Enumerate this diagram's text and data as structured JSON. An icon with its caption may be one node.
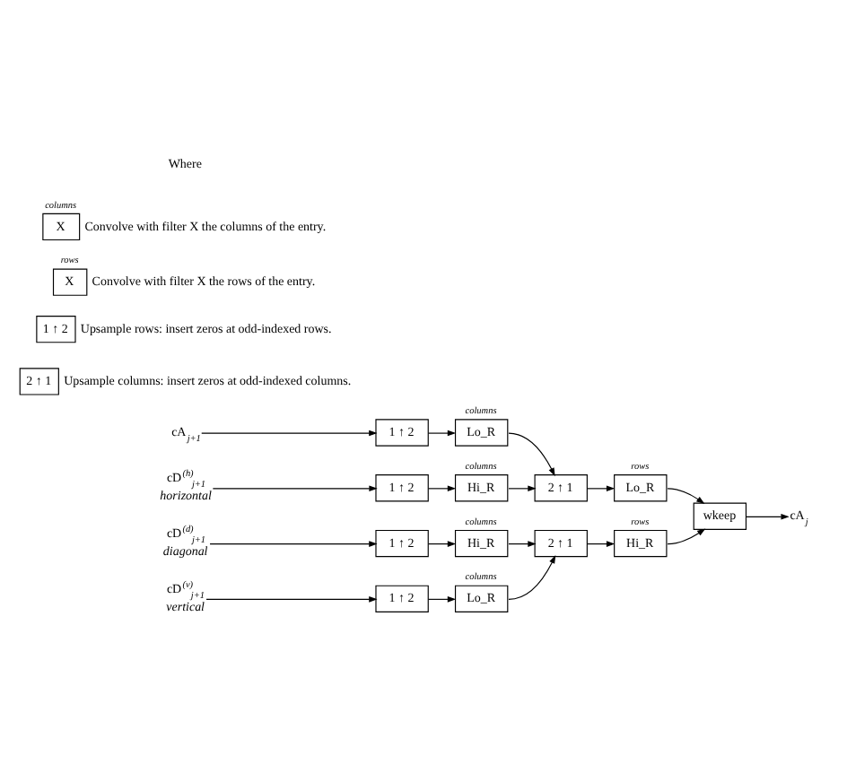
{
  "diagram": {
    "nodes": [
      {
        "text": [
          "cA$_{j+1}$"
        ]
      },
      {
        "text": [
          "cD$^{(h)}$$_{j+1}$",
          "horizontal"
        ]
      },
      {
        "text": [
          "cD$^{(v)}$$_{j+1}$",
          "vertical"
        ]
      },
      {
        "text": [
          "cD$^{(d)}$$_{j+1}$",
          "diagonal"
        ]
      },
      {
        "text": [
          "1 ↑ 2"
        ]
      },
      {
        "text": [
          "1 ↑ 2"
        ]
      },
      {
        "text": [
          "1 ↑ 2"
        ]
      },
      {
        "text": [
          "1 ↑ 2"
        ]
      },
      {
        "text": [
          "Lo_R"
        ],
        "beside": [
          "columns"
        ]
      },
      {
        "text": [
          "Hi_R"
        ],
        "beside": [
          "columns"
        ]
      },
      {
        "text": [
          "Lo_R"
        ],
        "beside": [
          "columns"
        ]
      },
      {
        "text": [
          "Hi_R"
        ],
        "beside": [
          "columns"
        ]
      },
      {
        "text": [
          "2 ↑ 1"
        ]
      },
      {
        "text": [
          "2 ↑ 1"
        ]
      },
      {
        "text": [
          "Lo_R"
        ],
        "beside": [
          "rows"
        ]
      },
      {
        "text": [
          "Hi_R"
        ],
        "beside": [
          "rows"
        ]
      },
      {
        "text": [
          "wkeep"
        ]
      },
      {
        "text": [
          "cA$_{j}$"
        ]
      },
      {
        "text": [
          "2 ↑ 1"
        ],
        "beside": [
          "Upsample columns: insert zeros at odd-indexed columns."
        ]
      },
      {
        "text": [
          "1 ↑ 2"
        ],
        "beside": [
          "Upsample rows: insert zeros at odd-indexed rows."
        ]
      },
      {
        "text": [
          "X"
        ],
        "beside": [
          "rows",
          "Convolve with filter X the rows of the entry."
        ]
      },
      {
        "text": [
          "X"
        ],
        "beside": [
          "columns",
          "Convolve with filter X the columns of the entry."
        ]
      }
    ],
    "edges": [
      {
        "from": 0,
        "to": 4,
        "arrow": "to"
      },
      {
        "from": 1,
        "to": 5,
        "arrow": "to"
      },
      {
        "from": 2,
        "to": 6,
        "arrow": "to"
      },
      {
        "from": 3,
        "to": 7,
        "arrow": "to"
      },
      {
        "from": 4,
        "to": 8,
        "arrow": "to"
      },
      {
        "from": 5,
        "to": 9,
        "arrow": "to"
      },
      {
        "from": 6,
        "to": 10,
        "arrow": "to"
      },
      {
        "from": 7,
        "to": 11,
        "arrow": "to"
      },
      {
        "from": 8,
        "to": 12,
        "arrow": "to"
      },
      {
        "from": 9,
        "to": 12,
        "arrow": "to"
      },
      {
        "from": 10,
        "to": 13,
        "arrow": "to"
      },
      {
        "from": 11,
        "to": 13,
        "arrow": "to"
      },
      {
        "from": 12,
        "to": 14,
        "arrow": "to"
      },
      {
        "from": 13,
        "to": 15,
        "arrow": "to"
      },
      {
        "from": 14,
        "to": 16,
        "arrow": "to"
      },
      {
        "from": 15,
        "to": 16,
        "arrow": "to"
      },
      {
        "from": 16,
        "to": 17,
        "arrow": "to"
      }
    ],
    "labels": [
      "Where"
    ]
  }
}
